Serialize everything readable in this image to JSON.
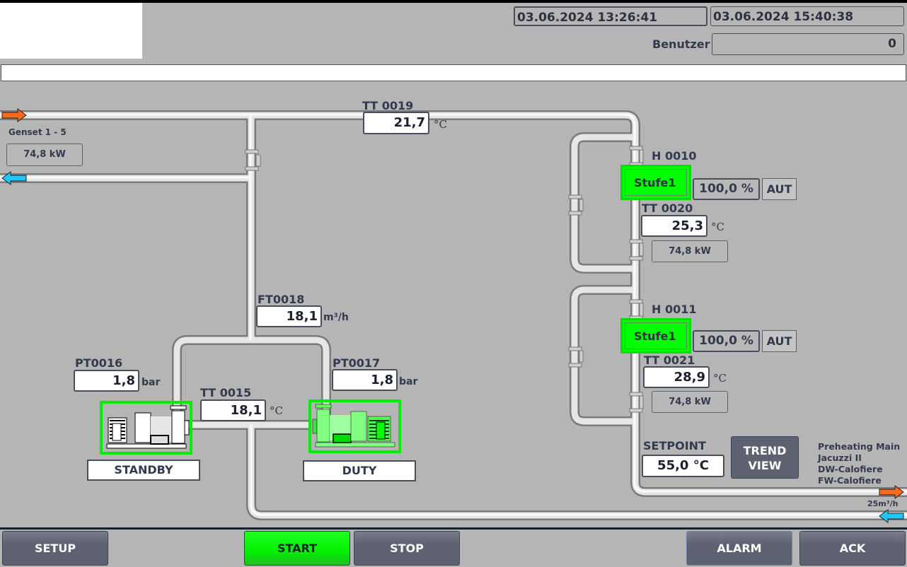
{
  "header": {
    "datetime_start": "03.06.2024 13:26:41",
    "datetime_now": "03.06.2024 15:40:38",
    "user_label": "Benutzer",
    "user_value": "0",
    "message_bar": ""
  },
  "genset": {
    "label": "Genset 1 - 5",
    "power": "74,8 kW"
  },
  "sensors": {
    "tt0019": {
      "label": "TT 0019",
      "value": "21,7",
      "unit": "°C"
    },
    "ft0018": {
      "label": "FT0018",
      "value": "18,1",
      "unit": "m³/h"
    },
    "pt0016": {
      "label": "PT0016",
      "value": "1,8",
      "unit": "bar"
    },
    "pt0017": {
      "label": "PT0017",
      "value": "1,8",
      "unit": "bar"
    },
    "tt0015": {
      "label": "TT 0015",
      "value": "18,1",
      "unit": "°C"
    },
    "tt0020": {
      "label": "TT 0020",
      "value": "25,3",
      "unit": "°C"
    },
    "tt0021": {
      "label": "TT 0021",
      "value": "28,9",
      "unit": "°C"
    }
  },
  "heaters": [
    {
      "label": "H 0010",
      "stage": "Stufe1",
      "output": "100,0 %",
      "mode": "AUT",
      "power": "74,8 kW"
    },
    {
      "label": "H 0011",
      "stage": "Stufe1",
      "output": "100,0 %",
      "mode": "AUT",
      "power": "74,8 kW"
    }
  ],
  "pumps": {
    "left": {
      "state": "STANDBY"
    },
    "right": {
      "state": "DUTY"
    }
  },
  "setpoint": {
    "label": "SETPOINT",
    "value": "55,0 °C"
  },
  "trend_button": {
    "line1": "TREND",
    "line2": "VIEW"
  },
  "consumers": [
    "Preheating Main",
    "Jacuzzi II",
    "DW-Calofiere",
    "FW-Calofiere"
  ],
  "outlet_flow": "25m³/h",
  "colors": {
    "background": "#b5b5b5",
    "active_green": "#00ff00",
    "supply_arrow": "#ff6a1a",
    "return_arrow": "#1ec8ff",
    "button_gray": "#5d6170"
  },
  "footer": {
    "setup": "SETUP",
    "start": "START",
    "stop": "STOP",
    "alarm": "ALARM",
    "ack": "ACK"
  }
}
